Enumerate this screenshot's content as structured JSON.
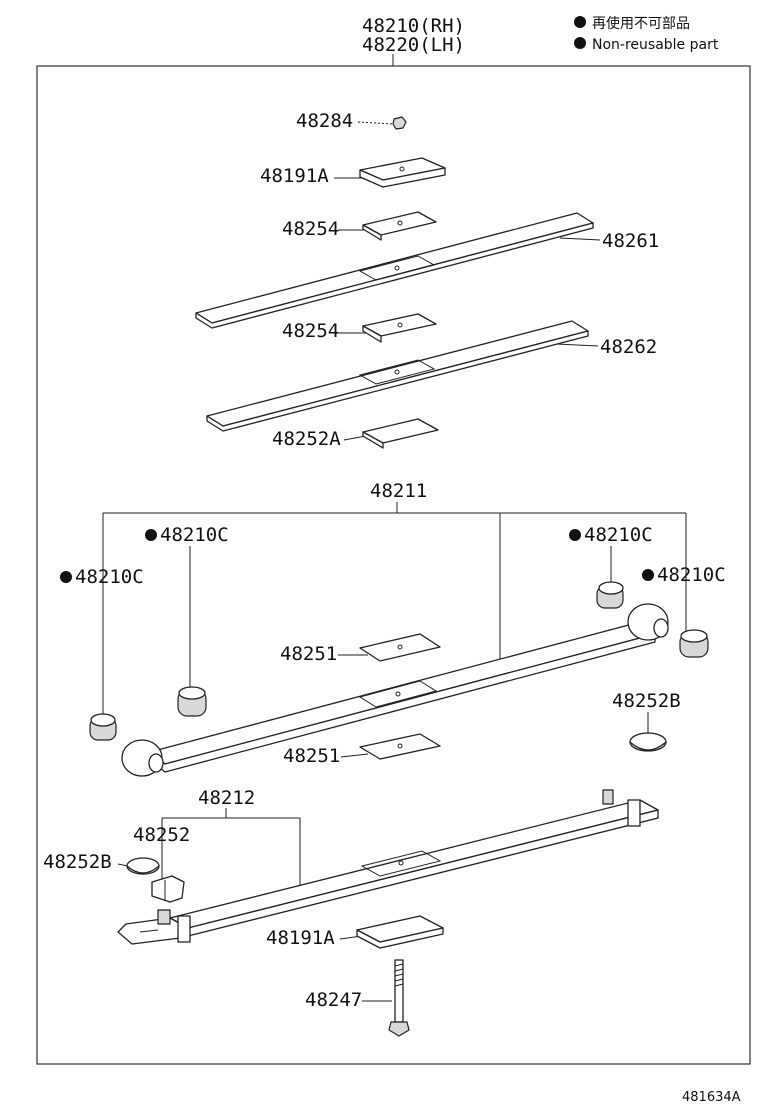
{
  "title": {
    "line1": "48210(RH)",
    "line2": "48220(LH)"
  },
  "legend": {
    "jp": "再使用不可部品",
    "en": "Non-reusable part"
  },
  "parts": {
    "nut": "48284",
    "clip_top": "48191A",
    "pad_1": "48254",
    "leaf_1": "48261",
    "pad_2": "48254",
    "leaf_2": "48262",
    "pad_3": "48252A",
    "leaf_main": "48211",
    "bush_ul": "48210C",
    "bush_ll": "48210C",
    "bush_ur": "48210C",
    "bush_lr": "48210C",
    "insert_upper": "48251",
    "insert_lower": "48251",
    "cap_right": "48252B",
    "leaf_bottom": "48212",
    "bracket": "48252",
    "cap_left": "48252B",
    "clip_bottom": "48191A",
    "bolt": "48247"
  },
  "figure_code": "481634A"
}
